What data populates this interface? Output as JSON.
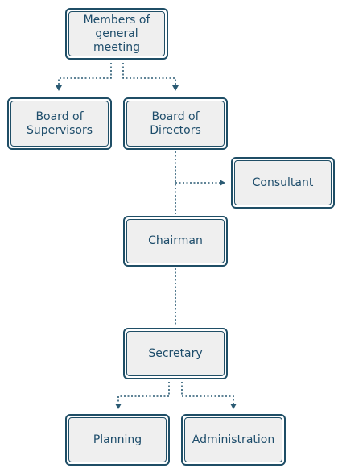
{
  "nodes": {
    "members": "Members of\ngeneral meeting",
    "supervisors": "Board of\nSupervisors",
    "directors": "Board of\nDirectors",
    "consultant": "Consultant",
    "chairman": "Chairman",
    "secretary": "Secretary",
    "planning": "Planning",
    "administration": "Administration"
  },
  "edges": [
    {
      "from": "members",
      "to": "supervisors",
      "arrow": true
    },
    {
      "from": "members",
      "to": "directors",
      "arrow": true
    },
    {
      "from": "directors",
      "to": "consultant",
      "arrow": true
    },
    {
      "from": "directors",
      "to": "chairman",
      "arrow": false
    },
    {
      "from": "chairman",
      "to": "secretary",
      "arrow": false
    },
    {
      "from": "secretary",
      "to": "planning",
      "arrow": true
    },
    {
      "from": "secretary",
      "to": "administration",
      "arrow": true
    }
  ],
  "colors": {
    "border": "#1f4e66",
    "fill": "#efefef",
    "text": "#1e4d6b",
    "connector": "#2a5a73"
  }
}
